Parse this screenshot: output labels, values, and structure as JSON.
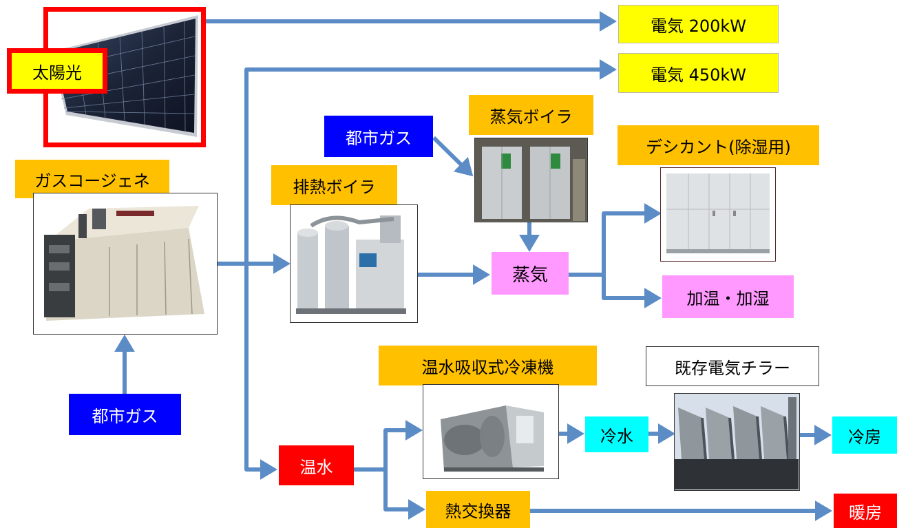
{
  "colors": {
    "arrow": "#5b8cc6",
    "electricity": "#ffff00",
    "equipment": "#ffc000",
    "gas": "#0000ff",
    "steam": "#ff99ff",
    "chilled": "#00ffff",
    "hot": "#ff0000",
    "solar_frame": "#ff0000"
  },
  "nodes": {
    "solar": "太陽光",
    "elec_200": "電気 200kW",
    "elec_450": "電気 450kW",
    "cogen": "ガスコージェネ",
    "city_gas_bottom": "都市ガス",
    "city_gas_top": "都市ガス",
    "steam_boiler": "蒸気ボイラ",
    "exhaust_boiler": "排熱ボイラ",
    "steam": "蒸気",
    "desiccant": "デシカント(除湿用)",
    "humidify": "加温・加湿",
    "absorption_chiller": "温水吸収式冷凍機",
    "existing_chiller": "既存電気チラー",
    "hot_water": "温水",
    "chilled_water": "冷水",
    "cooling": "冷房",
    "heat_exchanger": "熱交換器",
    "heating": "暖房"
  }
}
